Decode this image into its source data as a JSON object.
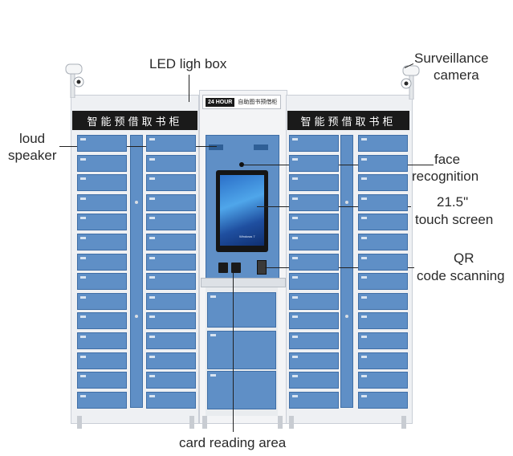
{
  "labels": {
    "led": "LED ligh box",
    "camera_line1": "Surveillance",
    "camera_line2": "camera",
    "speaker_line1": "loud",
    "speaker_line2": "speaker",
    "face_line1": "face",
    "face_line2": "recognition",
    "screen_line1": "21.5\"",
    "screen_line2": "touch screen",
    "qr_line1": "QR",
    "qr_line2": "code scanning",
    "card": "card reading area"
  },
  "cabinet": {
    "banner_text": "智能预借取书柜",
    "sign_badge": "24 HOUR",
    "sign_text": "自助图书预借柜",
    "screen_os_text": "Windows 7"
  },
  "colors": {
    "door": "#5f8fc6",
    "door_border": "#3f6ea6",
    "banner": "#1a1a1a",
    "body": "#eef0f3"
  },
  "icons": {
    "camera": "surveillance-camera-icon",
    "speaker": "speaker-grille-icon",
    "face": "face-camera-icon",
    "qr": "qr-scanner-icon",
    "card": "card-reader-icon"
  }
}
